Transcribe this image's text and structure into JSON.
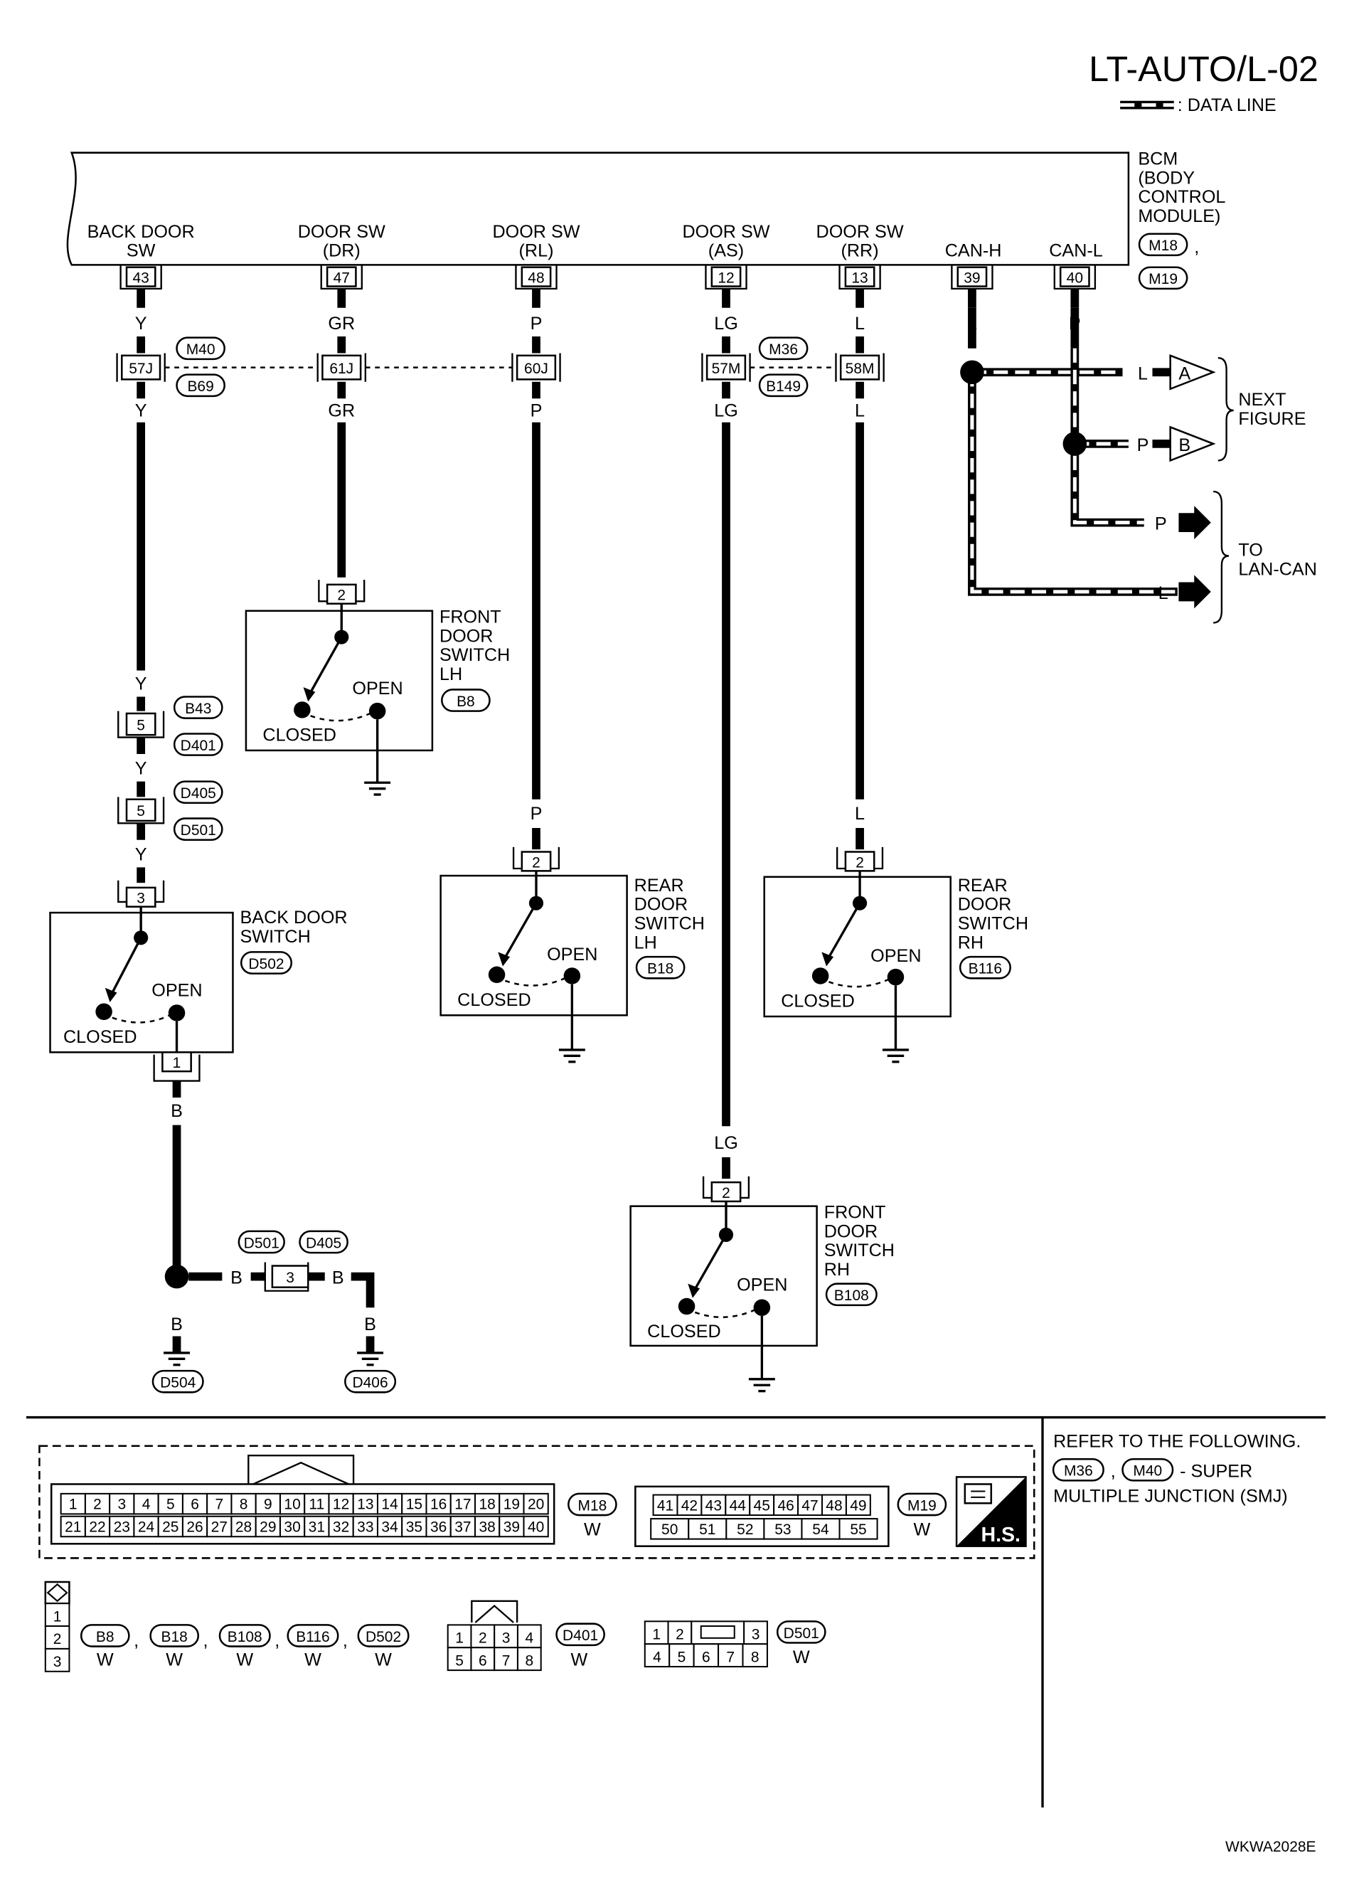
{
  "title": "LT-AUTO/L-02",
  "legend": {
    "label": ": DATA LINE"
  },
  "bcm": {
    "line1": "BCM",
    "line2": "(BODY",
    "line3": "CONTROL",
    "line4": "MODULE)",
    "conn1": "M18",
    "conn2": "M19",
    "comma": ","
  },
  "terminals": [
    {
      "l1": "BACK DOOR",
      "l2": "SW",
      "pin": "43",
      "top": "Y",
      "jc": "57J",
      "bot": "Y"
    },
    {
      "l1": "DOOR SW",
      "l2": "(DR)",
      "pin": "47",
      "top": "GR",
      "jc": "61J",
      "bot": "GR"
    },
    {
      "l1": "DOOR SW",
      "l2": "(RL)",
      "pin": "48",
      "top": "P",
      "jc": "60J",
      "bot": "P"
    },
    {
      "l1": "DOOR SW",
      "l2": "(AS)",
      "pin": "12",
      "top": "LG",
      "jc": "57M",
      "bot": "LG"
    },
    {
      "l1": "DOOR SW",
      "l2": "(RR)",
      "pin": "13",
      "top": "L",
      "jc": "58M",
      "bot": "L"
    },
    {
      "l1": "",
      "l2": "CAN-H",
      "pin": "39",
      "top": "L"
    },
    {
      "l1": "",
      "l2": "CAN-L",
      "pin": "40",
      "top": "P"
    }
  ],
  "junction_tags": {
    "m40": "M40",
    "b69": "B69",
    "m36": "M36",
    "b149": "B149"
  },
  "can": {
    "wire_a": "L",
    "wire_b": "P",
    "arrow_a": "A",
    "arrow_b": "B",
    "next1": "NEXT",
    "next2": "FIGURE",
    "lan_p": "P",
    "lan_l": "L",
    "to1": "TO",
    "to2": "LAN-CAN"
  },
  "front_lh": {
    "pin": "2",
    "l1": "FRONT",
    "l2": "DOOR",
    "l3": "SWITCH",
    "l4": "LH",
    "conn": "B8",
    "open": "OPEN",
    "closed": "CLOSED"
  },
  "rear_lh": {
    "pin": "2",
    "wire": "P",
    "l1": "REAR",
    "l2": "DOOR",
    "l3": "SWITCH",
    "l4": "LH",
    "conn": "B18",
    "open": "OPEN",
    "closed": "CLOSED"
  },
  "rear_rh": {
    "pin": "2",
    "wire": "L",
    "l1": "REAR",
    "l2": "DOOR",
    "l3": "SWITCH",
    "l4": "RH",
    "conn": "B116",
    "open": "OPEN",
    "closed": "CLOSED"
  },
  "front_rh": {
    "pin": "2",
    "wire": "LG",
    "l1": "FRONT",
    "l2": "DOOR",
    "l3": "SWITCH",
    "l4": "RH",
    "conn": "B108",
    "open": "OPEN",
    "closed": "CLOSED"
  },
  "back_chain": {
    "y1": "Y",
    "c1": "5",
    "c1a": "B43",
    "c1b": "D401",
    "y2": "Y",
    "c2": "5",
    "c2a": "D405",
    "c2b": "D501",
    "y3": "Y"
  },
  "back_sw": {
    "pin_top": "3",
    "pin_bot": "1",
    "l1": "BACK DOOR",
    "l2": "SWITCH",
    "conn": "D502",
    "open": "OPEN",
    "closed": "CLOSED"
  },
  "ground": {
    "w1": "B",
    "w2": "B",
    "w3": "B",
    "w4": "B",
    "w5": "B",
    "joint_pin": "3",
    "joint_a": "D501",
    "joint_b": "D405",
    "g1": "D504",
    "g2": "D406"
  },
  "refer": {
    "l1": "REFER TO THE FOLLOWING.",
    "c1": "M36",
    "comma": ",",
    "c2": "M40",
    "l2": "- SUPER",
    "l3": "MULTIPLE JUNCTION (SMJ)"
  },
  "face": {
    "m18": "M18",
    "m18_color": "W",
    "m19": "M19",
    "m19_color": "W",
    "hs": "H.S.",
    "row18a": [
      "1",
      "2",
      "3",
      "4",
      "5",
      "6",
      "7",
      "8",
      "9",
      "10",
      "11",
      "12",
      "13",
      "14",
      "15",
      "16",
      "17",
      "18",
      "19",
      "20"
    ],
    "row18b": [
      "21",
      "22",
      "23",
      "24",
      "25",
      "26",
      "27",
      "28",
      "29",
      "30",
      "31",
      "32",
      "33",
      "34",
      "35",
      "36",
      "37",
      "38",
      "39",
      "40"
    ],
    "row19a": [
      "41",
      "42",
      "43",
      "44",
      "45",
      "46",
      "47",
      "48",
      "49"
    ],
    "row19b": [
      "50",
      "51",
      "52",
      "53",
      "54",
      "55"
    ],
    "three": [
      "1",
      "2",
      "3"
    ],
    "b8": "B8",
    "b18": "B18",
    "b108": "B108",
    "b116": "B116",
    "d502": "D502",
    "w": "W",
    "comma": ",",
    "d401_row1": [
      "1",
      "2",
      "3",
      "4"
    ],
    "d401_row2": [
      "5",
      "6",
      "7",
      "8"
    ],
    "d401": "D401",
    "d401_color": "W",
    "d501_row1": [
      "1",
      "2",
      "3"
    ],
    "d501_row2": [
      "4",
      "5",
      "6",
      "7",
      "8"
    ],
    "d501": "D501",
    "d501_color": "W"
  },
  "code": "WKWA2028E"
}
